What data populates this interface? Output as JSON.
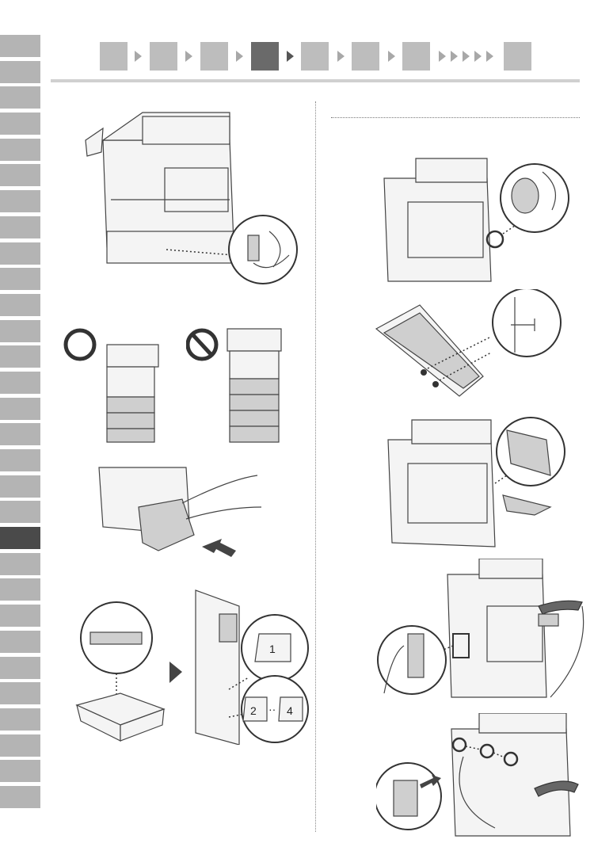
{
  "side_tabs": {
    "count": 30,
    "active_index": 19
  },
  "step_nav": {
    "step_count": 8,
    "active_step": 4,
    "skip_arrows": 5
  },
  "labels": {
    "label_one": "1",
    "label_two": "2",
    "label_dots": "··",
    "label_four": "4"
  },
  "colors": {
    "tab": "#b4b4b4",
    "tab_active": "#4a4a4a",
    "step": "#bdbdbd",
    "step_active": "#6a6a6a"
  }
}
